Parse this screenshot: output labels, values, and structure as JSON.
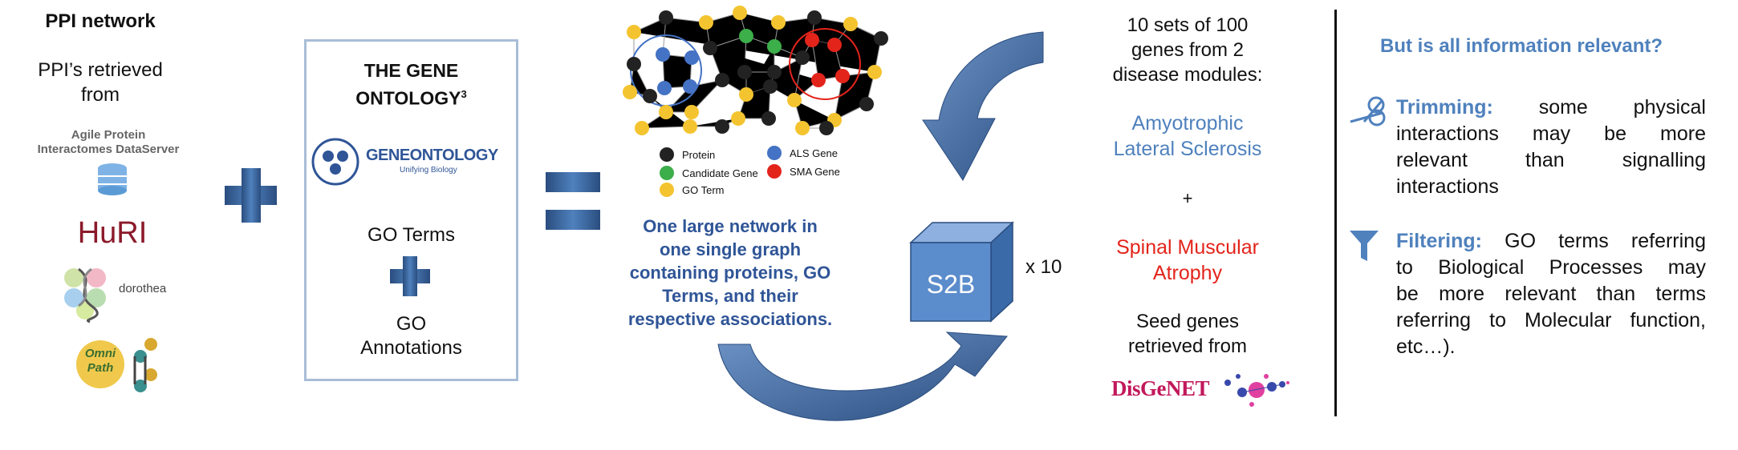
{
  "ppi": {
    "title": "PPI network",
    "subtitle_line1": "PPI’s retrieved",
    "subtitle_line2": "from",
    "apid_line1": "Agile Protein",
    "apid_line2": "Interactomes DataServer",
    "huri": "HuRI",
    "dorothea": "dorothea",
    "omnipath_line1": "Omni",
    "omnipath_line2": "Path"
  },
  "go_box": {
    "title_line1": "THE GENE",
    "title_line2": "ONTOLOGY",
    "title_sup": "3",
    "logo_text": "GENEONTOLOGY",
    "logo_sub": "Unifying Biology",
    "terms": "GO Terms",
    "annotations_line1": "GO",
    "annotations_line2": "Annotations"
  },
  "network": {
    "legend": [
      {
        "label": "Protein",
        "color": "#222222"
      },
      {
        "label": "ALS Gene",
        "color": "#4472c4"
      },
      {
        "label": "Candidate Gene",
        "color": "#3cae4a"
      },
      {
        "label": "SMA Gene",
        "color": "#e3241b"
      },
      {
        "label": "GO Term",
        "color": "#f4c430"
      }
    ],
    "caption_lines": [
      "One large network in",
      "one single graph",
      "containing proteins, GO",
      "Terms, and their",
      "respective associations."
    ]
  },
  "s2b": {
    "label": "S2B",
    "times": "x 10"
  },
  "genesets": {
    "intro_lines": [
      "10 sets of 100",
      "genes from 2",
      "disease modules:"
    ],
    "als_lines": [
      "Amyotrophic",
      "Lateral Sclerosis"
    ],
    "plus": "+",
    "sma_lines": [
      "Spinal Muscular",
      "Atrophy"
    ],
    "seed_lines": [
      "Seed genes",
      "retrieved from"
    ],
    "disgenet": "DisGeNET"
  },
  "relevance": {
    "question": "But is all information relevant?",
    "trimming_label": "Trimming:",
    "trimming_lines": [
      " some physical",
      "interactions may be more",
      "relevant than signalling",
      "interactions"
    ],
    "filtering_label": "Filtering:",
    "filtering_lines": [
      " GO terms referring",
      "to Biological Processes may",
      "be more relevant than terms",
      "referring to Molecular function,",
      "etc…)."
    ]
  },
  "colors": {
    "accent_blue": "#2f5597",
    "light_blue": "#4f81bd",
    "red": "#e3241b",
    "gold": "#f4c430",
    "green": "#3cae4a"
  }
}
